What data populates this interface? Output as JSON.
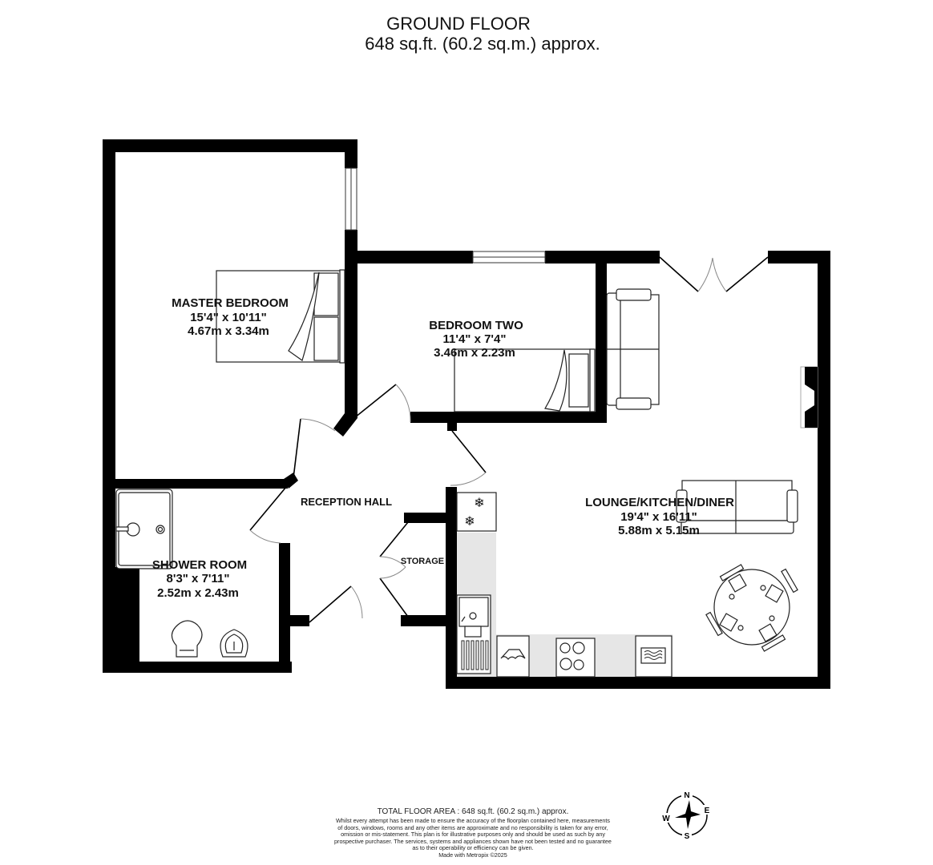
{
  "header": {
    "floor_name": "GROUND FLOOR",
    "floor_area": "648 sq.ft. (60.2 sq.m.) approx."
  },
  "rooms": {
    "master_bedroom": {
      "name": "MASTER BEDROOM",
      "imperial": "15'4\"  x 10'11\"",
      "metric": "4.67m  x 3.34m"
    },
    "bedroom_two": {
      "name": "BEDROOM TWO",
      "imperial": "11'4\"  x 7'4\"",
      "metric": "3.46m  x 2.23m"
    },
    "lounge_kitchen_diner": {
      "name": "LOUNGE/KITCHEN/DINER",
      "imperial": "19'4\"  x 16'11\"",
      "metric": "5.88m  x 5.15m"
    },
    "shower_room": {
      "name": "SHOWER ROOM",
      "imperial": "8'3\"  x 7'11\"",
      "metric": "2.52m  x 2.43m"
    },
    "reception_hall": {
      "name": "RECEPTION HALL"
    },
    "storage": {
      "name": "STORAGE"
    }
  },
  "footer": {
    "total_floor_area": "TOTAL FLOOR AREA : 648 sq.ft. (60.2 sq.m.) approx.",
    "disclaimer_lines": [
      "Whilst every attempt has been made to ensure the accuracy of the floorplan contained here, measurements",
      "of doors, windows, rooms and any other items are approximate and no responsibility is taken for any error,",
      "omission or mis-statement. This plan is for illustrative purposes only and should be used as such by any",
      "prospective purchaser. The services, systems and appliances shown have not been tested and no guarantee",
      "as to their operability or efficiency can be given."
    ],
    "credit": "Made with Metropix ©2025"
  },
  "compass": {
    "n": "N",
    "e": "E",
    "s": "S",
    "w": "W",
    "icon": "compass-rose-icon"
  },
  "colors": {
    "wall": "#000000",
    "worktop": "#e6e6e6",
    "background": "#ffffff",
    "line": "#222222"
  }
}
